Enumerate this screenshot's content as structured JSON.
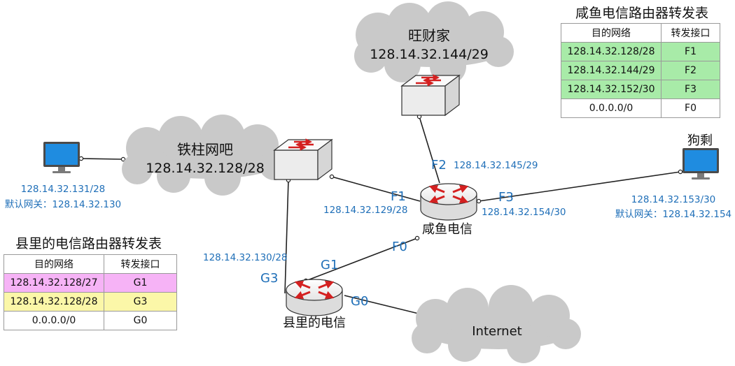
{
  "nodes": {
    "wangcaijia": {
      "name": "旺财家",
      "subnet": "128.14.32.144/29"
    },
    "tiezhu": {
      "name": "铁柱网吧",
      "subnet": "128.14.32.128/28"
    },
    "internet": {
      "name": "Internet"
    },
    "xianyu_router": {
      "name": "咸鱼电信"
    },
    "county_router": {
      "name": "县里的电信"
    },
    "gousheng": {
      "name": "狗剩"
    }
  },
  "hosts": {
    "left_pc": {
      "ip": "128.14.32.131/28",
      "gateway": "默认网关：128.14.32.130"
    },
    "right_pc": {
      "ip": "128.14.32.153/30",
      "gateway": "默认网关：128.14.32.154"
    }
  },
  "interfaces": {
    "f1": {
      "name": "F1",
      "ip": "128.14.32.129/28"
    },
    "f2": {
      "name": "F2",
      "ip": "128.14.32.145/29"
    },
    "f3": {
      "name": "F3",
      "ip": "128.14.32.154/30"
    },
    "f0": {
      "name": "F0"
    },
    "g1": {
      "name": "G1"
    },
    "g3": {
      "name": "G3",
      "ip": "128.14.32.130/28"
    },
    "g0": {
      "name": "G0"
    }
  },
  "xianyu_table": {
    "title": "咸鱼电信路由器转发表",
    "headers": [
      "目的网络",
      "转发接口"
    ],
    "rows": [
      [
        "128.14.32.128/28",
        "F1"
      ],
      [
        "128.14.32.144/29",
        "F2"
      ],
      [
        "128.14.32.152/30",
        "F3"
      ],
      [
        "0.0.0.0/0",
        "F0"
      ]
    ]
  },
  "county_table": {
    "title": "县里的电信路由器转发表",
    "headers": [
      "目的网络",
      "转发接口"
    ],
    "rows": [
      [
        "128.14.32.128/27",
        "G1"
      ],
      [
        "128.14.32.128/28",
        "G3"
      ],
      [
        "0.0.0.0/0",
        "G0"
      ]
    ]
  },
  "colors": {
    "label_blue": "#1f6fb8",
    "cloud_gray": "#c9c9c9",
    "router_red": "#d42020",
    "row_green": "#a8eba8",
    "row_pink": "#f6b3f6",
    "row_yellow": "#fbf7a8"
  }
}
